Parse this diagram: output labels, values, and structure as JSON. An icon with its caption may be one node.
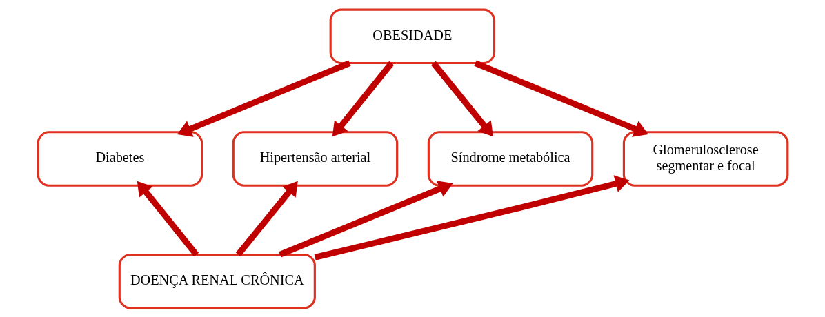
{
  "diagram": {
    "nodes": [
      {
        "text": [
          "OBESIDADE"
        ]
      },
      {
        "text": [
          "Diabetes"
        ]
      },
      {
        "text": [
          "Hipertensão arterial"
        ]
      },
      {
        "text": [
          "Síndrome metabólica"
        ]
      },
      {
        "text": [
          "Glomerulosclerose segmentar e focal"
        ]
      },
      {
        "text": [
          "DOENÇA RENAL CRÔNICA"
        ]
      }
    ],
    "edges": [
      {
        "from": 0,
        "to": 1,
        "arrow": "to"
      },
      {
        "from": 0,
        "to": 2,
        "arrow": "to"
      },
      {
        "from": 0,
        "to": 3,
        "arrow": "to"
      },
      {
        "from": 0,
        "to": 4,
        "arrow": "to"
      },
      {
        "from": 5,
        "to": 1,
        "arrow": "to"
      },
      {
        "from": 5,
        "to": 2,
        "arrow": "to"
      },
      {
        "from": 5,
        "to": 3,
        "arrow": "to"
      },
      {
        "from": 5,
        "to": 4,
        "arrow": "to"
      }
    ]
  }
}
